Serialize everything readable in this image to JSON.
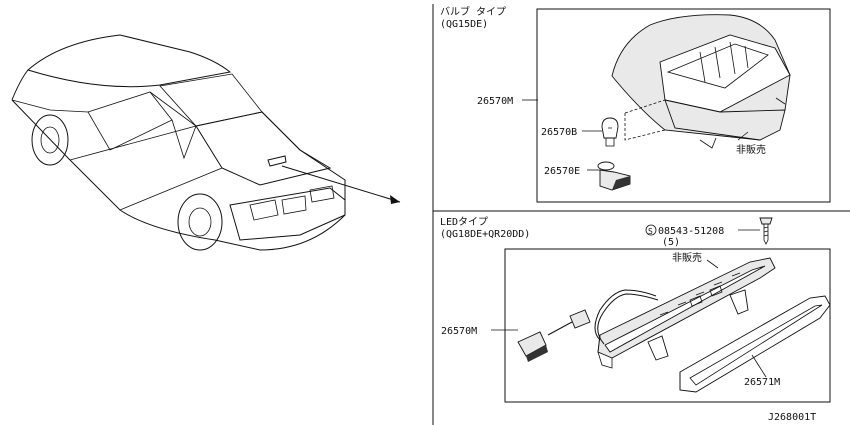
{
  "sections": {
    "bulb": {
      "title": "バルブ タイプ",
      "engine": "(QG15DE)",
      "parts": {
        "assembly": "26570M",
        "bulb": "26570B",
        "socket": "26570E"
      },
      "not_sold": "非販売"
    },
    "led": {
      "title": "LEDタイプ",
      "engine": "(QG18DE+QR20DD)",
      "screw": {
        "number": "08543-51208",
        "qty": "(5)"
      },
      "parts": {
        "assembly": "26570M",
        "lens": "26571M"
      },
      "not_sold": "非販売"
    }
  },
  "diagram_code": "J268001T"
}
